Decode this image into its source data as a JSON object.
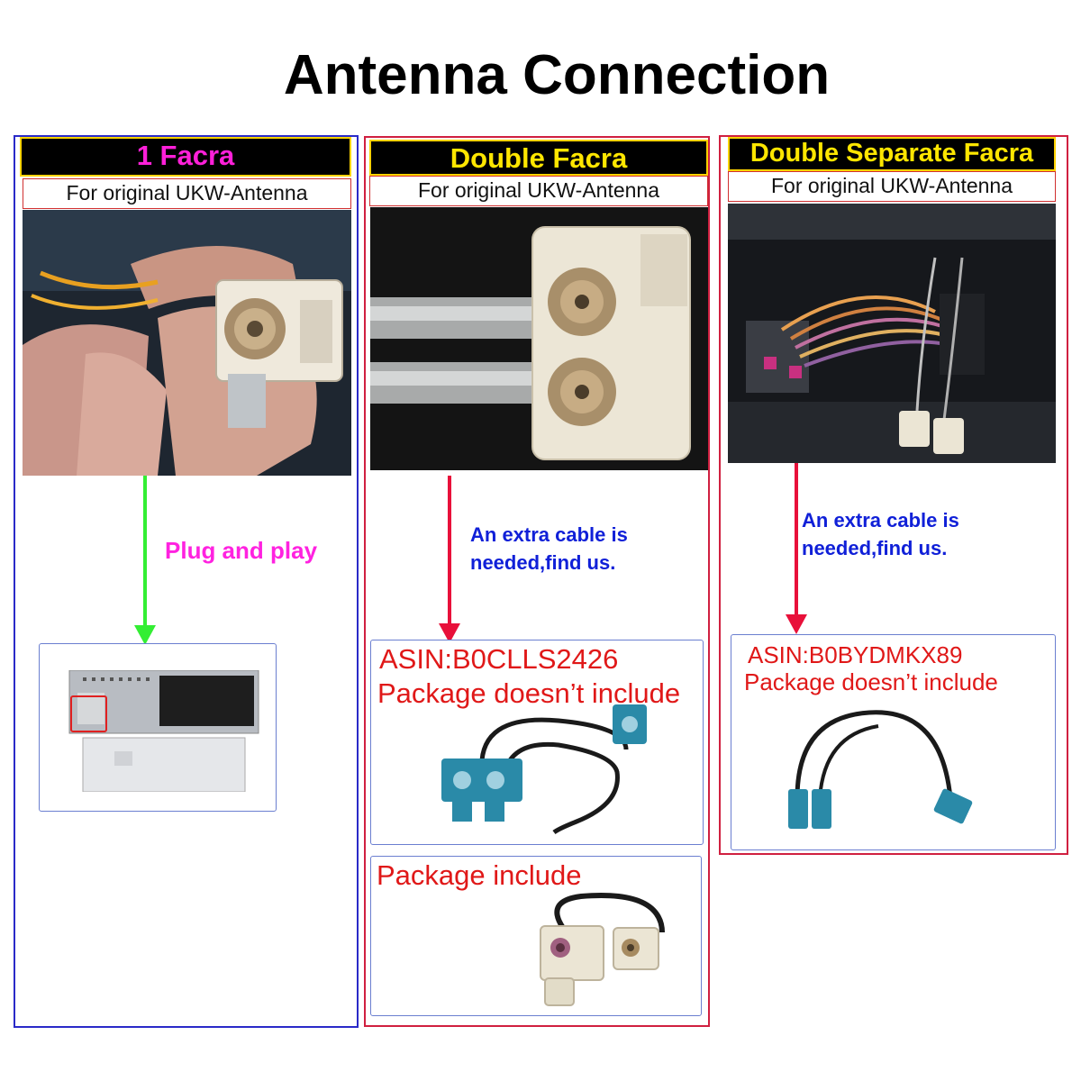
{
  "title": "Antenna Connection",
  "columns": [
    {
      "heading": "1 Facra",
      "subheading": "For original UKW-Antenna",
      "note": "Plug and play"
    },
    {
      "heading": "Double Facra",
      "subheading": "For original UKW-Antenna",
      "note_line1": "An extra cable is",
      "note_line2": "needed,find us.",
      "asin": "ASIN:B0CLLS2426",
      "package_note": "Package doesn’t include",
      "included_label": "Package include"
    },
    {
      "heading": "Double Separate Facra",
      "subheading": "For original UKW-Antenna",
      "note_line1": "An extra cable is",
      "note_line2": "needed,find us.",
      "asin": "ASIN:B0BYDMKX89",
      "package_note": "Package doesn’t  include"
    }
  ],
  "colors": {
    "panel_blue": "#2a2ac8",
    "panel_red": "#d02040",
    "arrow_green": "#33ee33",
    "arrow_red": "#e8103a",
    "connector_blue": "#2a8aa8"
  }
}
